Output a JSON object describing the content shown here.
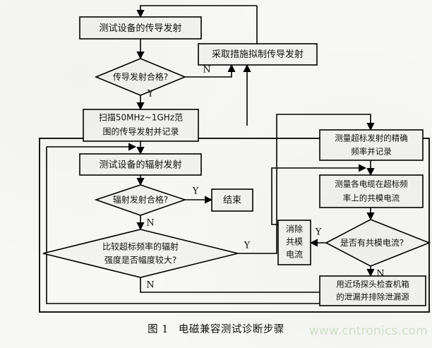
{
  "figure": {
    "caption_number": "图 1",
    "caption_title": "电磁兼容测试诊断步骤",
    "watermark": "www.cntronics.com"
  },
  "nodes": {
    "conducted_test": {
      "label": "测试设备的传导发射",
      "type": "process"
    },
    "conducted_pass": {
      "label": "传导发射合格?",
      "type": "decision"
    },
    "suppress_conducted": {
      "label": "采取措施拟制传导发射",
      "type": "process"
    },
    "sweep": {
      "line1": "扫描50MHz~1GHz范",
      "line2": "围的传导发射并记录",
      "type": "process"
    },
    "radiated_test": {
      "label": "测试设备的辐射发射",
      "type": "process"
    },
    "radiated_pass": {
      "label": "辐射发射合格?",
      "type": "decision"
    },
    "end": {
      "label": "结束",
      "type": "terminator"
    },
    "compare": {
      "line1": "比较超标频率的辐射",
      "line2": "强度是否幅度较大?",
      "type": "decision"
    },
    "measure_freq": {
      "line1": "测量超标发射的精确",
      "line2": "频率并记录",
      "type": "process"
    },
    "measure_current": {
      "line1": "测量各电缆在超标频",
      "line2": "率上的共模电流",
      "type": "process"
    },
    "has_common_mode": {
      "label": "是否有共模电流?",
      "type": "decision"
    },
    "remove_current": {
      "line1": "消除",
      "line2": "共模",
      "line3": "电流",
      "type": "process"
    },
    "probe_leak": {
      "line1": "用近场探头检查机箱",
      "line2": "的泄漏并排除泄漏源",
      "type": "process"
    }
  },
  "edge_labels": {
    "conducted_no": "N",
    "conducted_yes": "Y",
    "radiated_yes": "Y",
    "radiated_no": "N",
    "compare_yes": "Y",
    "compare_no": "N",
    "common_mode_yes": "Y",
    "common_mode_no": "N"
  },
  "colors": {
    "stroke": "#000000",
    "shape_fill": "#f2f2f0",
    "background": "#f7f7f5",
    "watermark": "#cfe0c8"
  }
}
